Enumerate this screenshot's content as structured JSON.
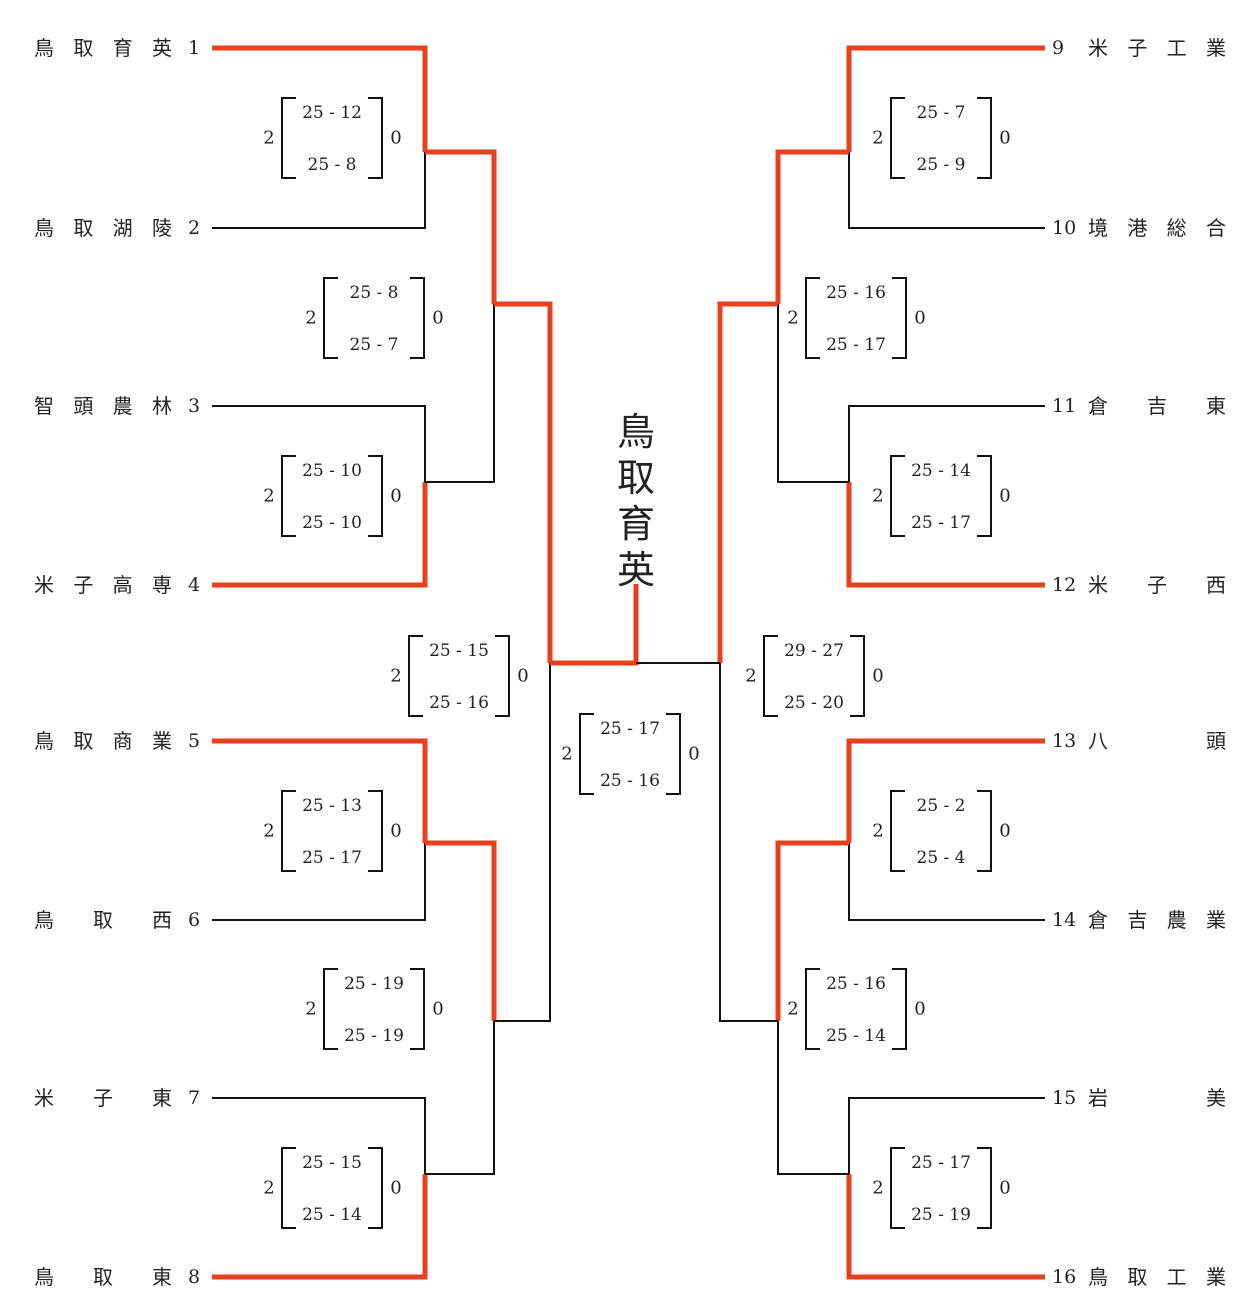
{
  "colors": {
    "winner_line": "#e8401c",
    "line": "#111111"
  },
  "champion": [
    "鳥",
    "取",
    "育",
    "英"
  ],
  "left_teams": [
    {
      "seed": "1",
      "chars": [
        "鳥",
        "取",
        "育",
        "英"
      ]
    },
    {
      "seed": "2",
      "chars": [
        "鳥",
        "取",
        "湖",
        "陵"
      ]
    },
    {
      "seed": "3",
      "chars": [
        "智",
        "頭",
        "農",
        "林"
      ]
    },
    {
      "seed": "4",
      "chars": [
        "米",
        "子",
        "高",
        "専"
      ]
    },
    {
      "seed": "5",
      "chars": [
        "鳥",
        "取",
        "商",
        "業"
      ]
    },
    {
      "seed": "6",
      "chars": [
        "鳥",
        "",
        "取",
        "",
        "西"
      ]
    },
    {
      "seed": "7",
      "chars": [
        "米",
        "",
        "子",
        "",
        "東"
      ]
    },
    {
      "seed": "8",
      "chars": [
        "鳥",
        "",
        "取",
        "",
        "東"
      ]
    }
  ],
  "right_teams": [
    {
      "seed": "9",
      "chars": [
        "米",
        "子",
        "工",
        "業"
      ]
    },
    {
      "seed": "10",
      "chars": [
        "境",
        "港",
        "総",
        "合"
      ]
    },
    {
      "seed": "11",
      "chars": [
        "倉",
        "",
        "吉",
        "",
        "東"
      ]
    },
    {
      "seed": "12",
      "chars": [
        "米",
        "",
        "子",
        "",
        "西"
      ]
    },
    {
      "seed": "13",
      "chars": [
        "八",
        "",
        "",
        "",
        "頭"
      ]
    },
    {
      "seed": "14",
      "chars": [
        "倉",
        "吉",
        "農",
        "業"
      ]
    },
    {
      "seed": "15",
      "chars": [
        "岩",
        "",
        "",
        "",
        "美"
      ]
    },
    {
      "seed": "16",
      "chars": [
        "鳥",
        "取",
        "工",
        "業"
      ]
    }
  ],
  "matches": [
    {
      "id": "L1-1",
      "win": "2",
      "lose": "0",
      "sets": [
        "25 - 12",
        "25 - 8"
      ]
    },
    {
      "id": "L1-2",
      "win": "2",
      "lose": "0",
      "sets": [
        "25 - 10",
        "25 - 10"
      ]
    },
    {
      "id": "L1-3",
      "win": "2",
      "lose": "0",
      "sets": [
        "25 - 13",
        "25 - 17"
      ]
    },
    {
      "id": "L1-4",
      "win": "2",
      "lose": "0",
      "sets": [
        "25 - 15",
        "25 - 14"
      ]
    },
    {
      "id": "L2-1",
      "win": "2",
      "lose": "0",
      "sets": [
        "25 - 8",
        "25 - 7"
      ]
    },
    {
      "id": "L2-2",
      "win": "2",
      "lose": "0",
      "sets": [
        "25 - 19",
        "25 - 19"
      ]
    },
    {
      "id": "L3",
      "win": "2",
      "lose": "0",
      "sets": [
        "25 - 15",
        "25 - 16"
      ]
    },
    {
      "id": "F",
      "win": "2",
      "lose": "0",
      "sets": [
        "25 - 17",
        "25 - 16"
      ]
    },
    {
      "id": "R3",
      "win": "2",
      "lose": "0",
      "sets": [
        "29 - 27",
        "25 - 20"
      ]
    },
    {
      "id": "R2-1",
      "win": "2",
      "lose": "0",
      "sets": [
        "25 - 16",
        "25 - 17"
      ]
    },
    {
      "id": "R2-2",
      "win": "2",
      "lose": "0",
      "sets": [
        "25 - 16",
        "25 - 14"
      ]
    },
    {
      "id": "R1-1",
      "win": "2",
      "lose": "0",
      "sets": [
        "25 - 7",
        "25 - 9"
      ]
    },
    {
      "id": "R1-2",
      "win": "2",
      "lose": "0",
      "sets": [
        "25 - 14",
        "25 - 17"
      ]
    },
    {
      "id": "R1-3",
      "win": "2",
      "lose": "0",
      "sets": [
        "25 - 2",
        "25 - 4"
      ]
    },
    {
      "id": "R1-4",
      "win": "2",
      "lose": "0",
      "sets": [
        "25 - 17",
        "25 - 19"
      ]
    }
  ]
}
